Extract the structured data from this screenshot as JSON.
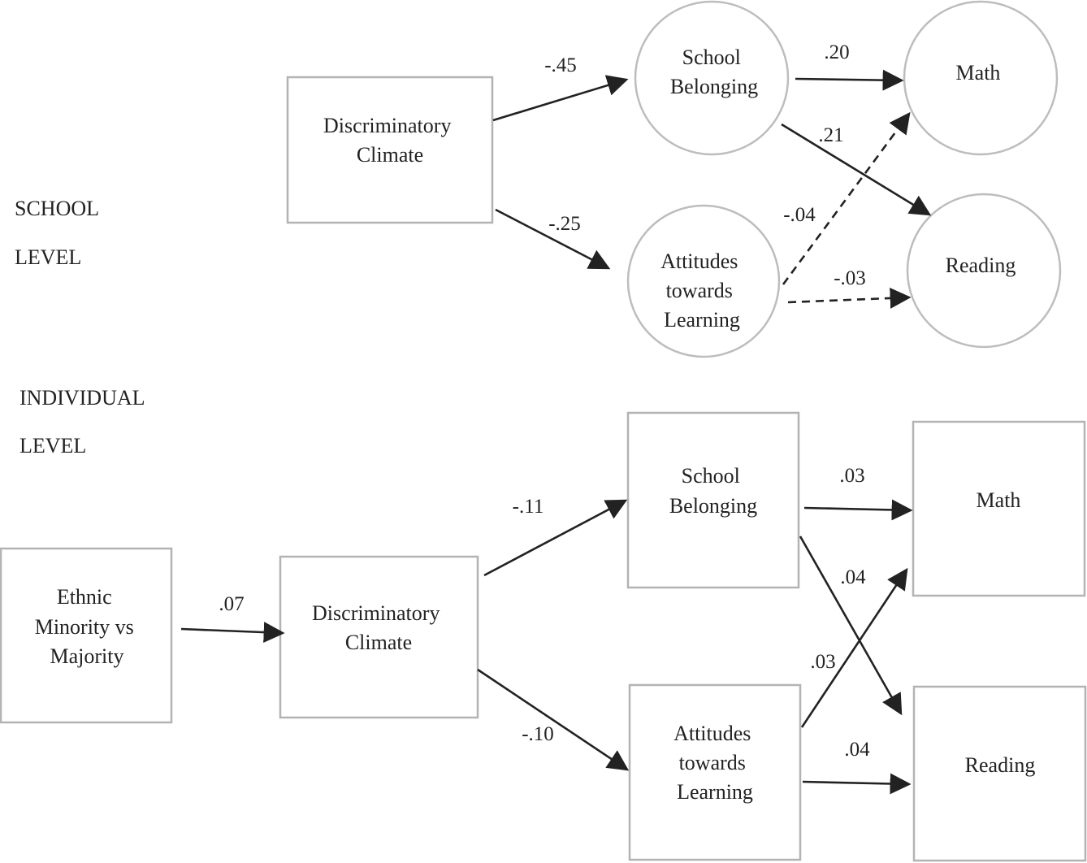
{
  "levels": {
    "school": [
      "SCHOOL",
      "LEVEL"
    ],
    "individual": [
      "INDIVIDUAL",
      "LEVEL"
    ]
  },
  "school_nodes": {
    "disc_climate": [
      "Discriminatory",
      "Climate"
    ],
    "belonging": [
      "School",
      "Belonging"
    ],
    "attitudes": [
      "Attitudes",
      "towards",
      "Learning"
    ],
    "math": [
      "Math"
    ],
    "reading": [
      "Reading"
    ]
  },
  "individual_nodes": {
    "ethnic": [
      "Ethnic",
      "Minority vs",
      "Majority"
    ],
    "disc_climate": [
      "Discriminatory",
      "Climate"
    ],
    "belonging": [
      "School",
      "Belonging"
    ],
    "attitudes": [
      "Attitudes",
      "towards",
      "Learning"
    ],
    "math": [
      "Math"
    ],
    "reading": [
      "Reading"
    ]
  },
  "school_paths": {
    "climate_to_belonging": "-.45",
    "climate_to_attitudes": "-.25",
    "belonging_to_math": ".20",
    "belonging_to_reading": ".21",
    "attitudes_to_math": "-.04",
    "attitudes_to_reading": "-.03"
  },
  "individual_paths": {
    "ethnic_to_climate": ".07",
    "climate_to_belonging": "-.11",
    "climate_to_attitudes": "-.10",
    "belonging_to_math": ".03",
    "belonging_to_reading": ".04",
    "attitudes_to_math": ".03",
    "attitudes_to_reading": ".04"
  },
  "path_styles": {
    "significant": "solid",
    "nonsignificant": "dashed"
  }
}
